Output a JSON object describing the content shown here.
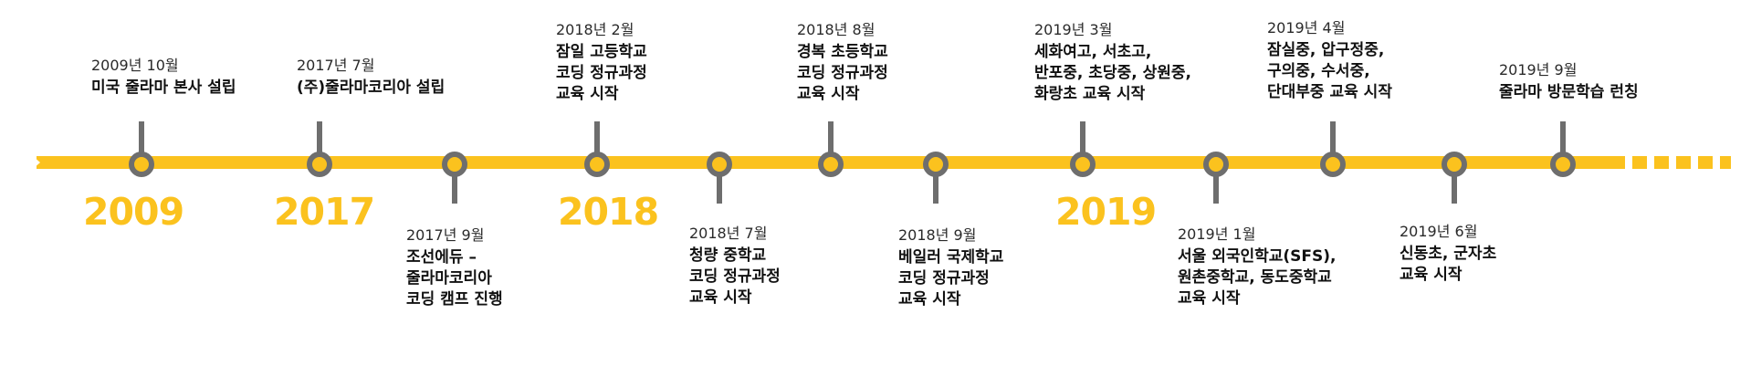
{
  "colors": {
    "accent": "#FBC21E",
    "marker": "#6E6E6E"
  },
  "years": [
    "2009",
    "2017",
    "2018",
    "2019"
  ],
  "events": [
    {
      "date": "2009년 10월",
      "desc": "미국 줄라마 본사 설립"
    },
    {
      "date": "2017년 7월",
      "desc": "(주)줄라마코리아 설립"
    },
    {
      "date": "2017년 9월",
      "desc": "조선에듀 –\n줄라마코리아\n코딩 캠프 진행"
    },
    {
      "date": "2018년 2월",
      "desc": "잠일 고등학교\n코딩 정규과정\n교육 시작"
    },
    {
      "date": "2018년 7월",
      "desc": "청량 중학교\n코딩 정규과정\n교육 시작"
    },
    {
      "date": "2018년 8월",
      "desc": "경복 초등학교\n코딩 정규과정\n교육 시작"
    },
    {
      "date": "2018년 9월",
      "desc": "베일러 국제학교\n코딩 정규과정\n교육 시작"
    },
    {
      "date": "2019년 3월",
      "desc": "세화여고, 서초고,\n반포중, 초당중, 상원중,\n화랑초 교육 시작"
    },
    {
      "date": "2019년 1월",
      "desc": "서울 외국인학교(SFS),\n원촌중학교, 동도중학교\n교육 시작"
    },
    {
      "date": "2019년 4월",
      "desc": "잠실중, 압구정중,\n구의중, 수서중,\n단대부중 교육 시작"
    },
    {
      "date": "2019년 6월",
      "desc": "신동초, 군자초\n교육 시작"
    },
    {
      "date": "2019년 9월",
      "desc": "줄라마 방문학습 런칭"
    }
  ]
}
